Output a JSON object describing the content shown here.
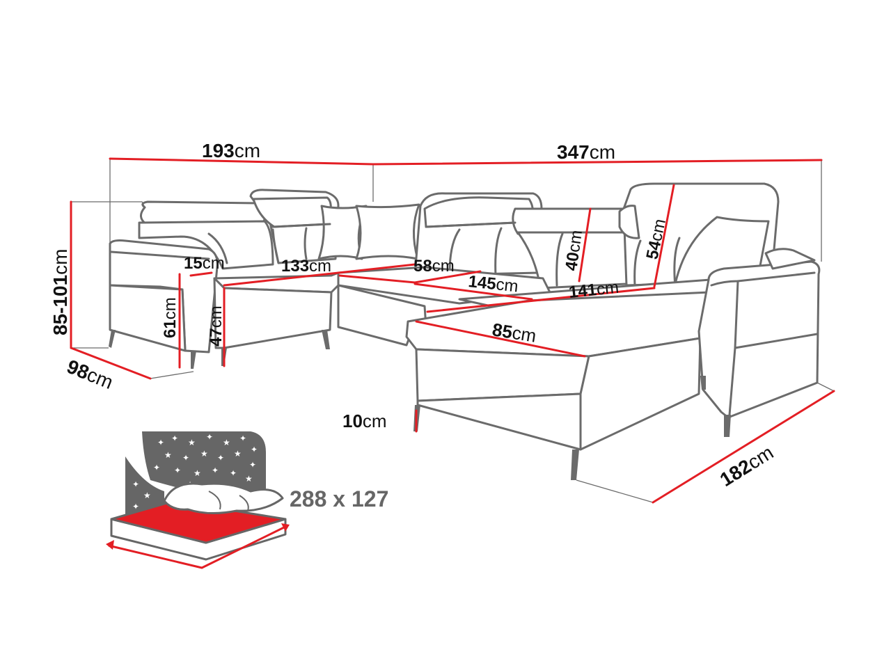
{
  "colors": {
    "accent": "#e31e24",
    "outline": "#6b6b6b",
    "bed_icon": "#666666",
    "text": "#111111"
  },
  "dimensions": {
    "width_left": {
      "value": "193",
      "unit": "cm"
    },
    "width_right": {
      "value": "347",
      "unit": "cm"
    },
    "height": {
      "value": "85-101",
      "unit": "cm"
    },
    "depth": {
      "value": "98",
      "unit": "cm"
    },
    "armrest_height": {
      "value": "61",
      "unit": "cm"
    },
    "seat_height": {
      "value": "47",
      "unit": "cm"
    },
    "armrest_width": {
      "value": "15",
      "unit": "cm"
    },
    "seat_width_left": {
      "value": "133",
      "unit": "cm"
    },
    "seat_depth_middle": {
      "value": "58",
      "unit": "cm"
    },
    "seat_width_middle": {
      "value": "145",
      "unit": "cm"
    },
    "back_height_middle": {
      "value": "40",
      "unit": "cm"
    },
    "back_height_right": {
      "value": "54",
      "unit": "cm"
    },
    "seat_width_right": {
      "value": "141",
      "unit": "cm"
    },
    "chaise_width": {
      "value": "85",
      "unit": "cm"
    },
    "leg_height": {
      "value": "10",
      "unit": "cm"
    },
    "chaise_length": {
      "value": "182",
      "unit": "cm"
    }
  },
  "sleeping_area": {
    "label": "288 x 127"
  },
  "icons": {
    "sofa": "corner-sofa-outline",
    "bed": "bed-function-icon",
    "stars": "night-sky-stars"
  }
}
